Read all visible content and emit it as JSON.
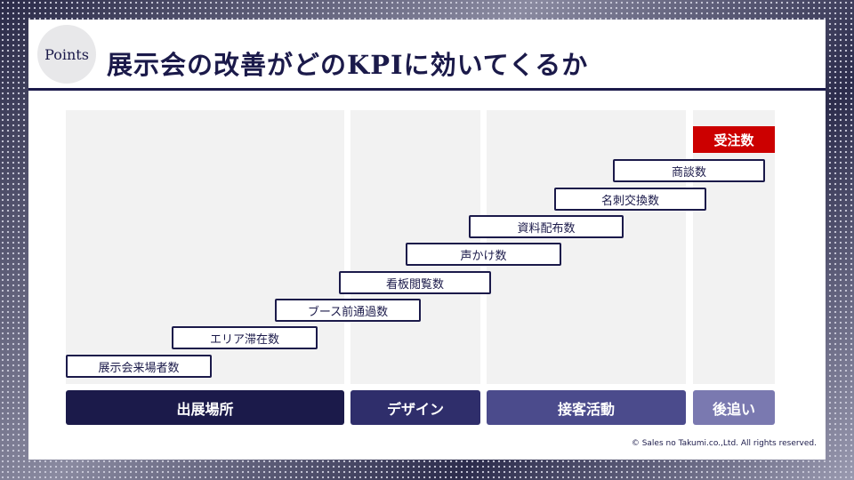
{
  "header": {
    "badge": "Points",
    "title": "展示会の改善がどのKPIに効いてくるか"
  },
  "phases": [
    {
      "label": "出展場所",
      "color": "#1b1a4a"
    },
    {
      "label": "デザイン",
      "color": "#2f2e6b"
    },
    {
      "label": "接客活動",
      "color": "#4b4b8c"
    },
    {
      "label": "後追い",
      "color": "#7a79b0"
    }
  ],
  "steps": [
    "展示会来場者数",
    "エリア滞在数",
    "ブース前通過数",
    "看板閲覧数",
    "声かけ数",
    "資料配布数",
    "名刺交換数",
    "商談数"
  ],
  "goal": {
    "label": "受注数",
    "color": "#cc0000"
  },
  "footer": {
    "copyright": "© Sales no Takumi.co.,Ltd. All rights reserved."
  }
}
